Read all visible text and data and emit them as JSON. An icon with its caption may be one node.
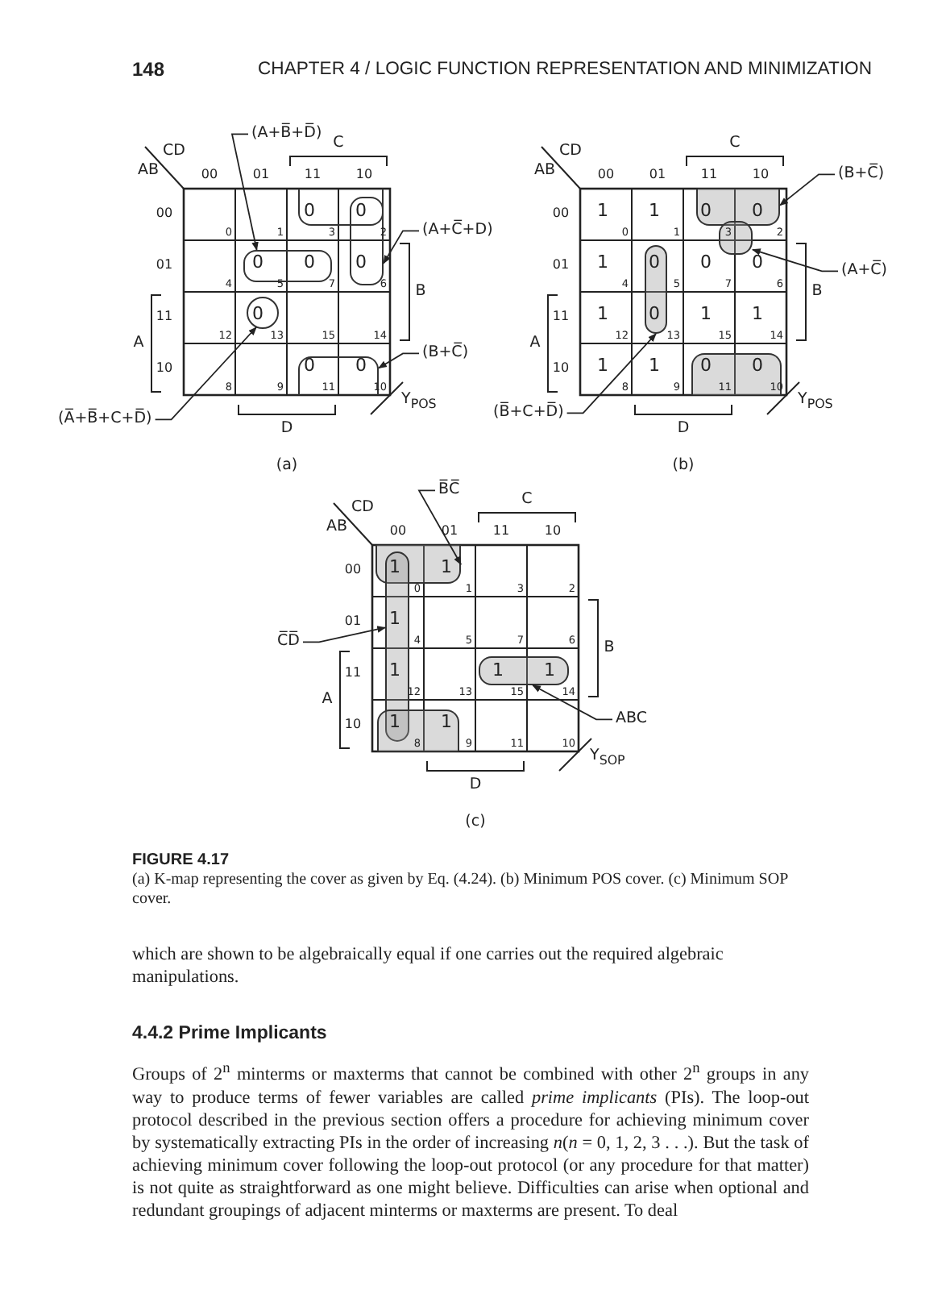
{
  "diagram": {
    "caption": "(a) K-map representing the cover as given by Eq. (4.24). (b) Minimum POS cover. (c) Minimum SOP cover.",
    "nodes": [
      {
        "text": [
          "(A+B̅+D̅)"
        ]
      },
      {
        "text": [],
        "shape": "box"
      },
      {
        "text": [],
        "shape": "box"
      },
      {
        "text": [
          "(A+C̅+D)"
        ]
      },
      {
        "text": [],
        "shape": "box"
      },
      {
        "text": [],
        "shape": "circle"
      },
      {
        "text": [
          "(B+C̅)"
        ]
      },
      {
        "text": [],
        "shape": "box"
      },
      {
        "text": [
          "(A̅+B̅+C+D̅)"
        ]
      },
      {
        "text": [],
        "shape": "box"
      },
      {
        "text": [
          "(B+C̅)"
        ]
      },
      {
        "text": [],
        "shape": "box"
      },
      {
        "text": [],
        "shape": "box"
      },
      {
        "text": [
          "(A+C̅)"
        ]
      },
      {
        "text": [],
        "shape": "box"
      },
      {
        "text": [
          "(B̅+C+D̅)"
        ]
      },
      {
        "text": [
          "B̅C̅"
        ]
      },
      {
        "text": [],
        "shape": "box"
      },
      {
        "text": [],
        "shape": "box"
      },
      {
        "text": [
          "C̅D̅"
        ]
      },
      {
        "text": [],
        "shape": "box"
      },
      {
        "text": [],
        "shape": "box"
      },
      {
        "text": [
          "ABC"
        ]
      }
    ],
    "edges": [
      {
        "from": 0,
        "to": 4,
        "arrow": "to"
      },
      {
        "from": 3,
        "to": 2,
        "arrow": "to"
      },
      {
        "from": 6,
        "to": 7,
        "arrow": "to"
      },
      {
        "from": 8,
        "to": 5,
        "arrow": "to"
      },
      {
        "from": 10,
        "to": 9,
        "arrow": "to"
      },
      {
        "from": 13,
        "to": 11,
        "arrow": "to"
      },
      {
        "from": 15,
        "to": 12,
        "arrow": "to"
      },
      {
        "from": 16,
        "to": 17,
        "arrow": "to"
      },
      {
        "from": 19,
        "to": 18,
        "arrow": "to"
      },
      {
        "from": 22,
        "to": 20,
        "arrow": "to"
      }
    ],
    "labels": [
      "148",
      "CHAPTER 4 / LOGIC FUNCTION REPRESENTATION AND MINIMIZATION",
      "CD",
      "AB",
      "C",
      "00",
      "01",
      "11",
      "10",
      "00",
      "0",
      "1",
      "0",
      "3",
      "0",
      "2",
      "01",
      "4",
      "0",
      "5",
      "0",
      "7",
      "0",
      "6",
      "11",
      "12",
      "0",
      "13",
      "15",
      "14",
      "10",
      "8",
      "9",
      "0",
      "11",
      "0",
      "10",
      "A",
      "B",
      "D",
      "Y$_{POS}$",
      "(a)",
      "CD",
      "AB",
      "C",
      "00",
      "01",
      "11",
      "10",
      "00",
      "1",
      "0",
      "1",
      "1",
      "0",
      "3",
      "0",
      "2",
      "01",
      "1",
      "4",
      "0",
      "5",
      "0",
      "7",
      "0",
      "6",
      "11",
      "1",
      "12",
      "0",
      "13",
      "1",
      "15",
      "1",
      "14",
      "10",
      "1",
      "8",
      "1",
      "9",
      "0",
      "11",
      "0",
      "10",
      "A",
      "B",
      "D",
      "Y$_{POS}$",
      "(b)",
      "CD",
      "AB",
      "C",
      "00",
      "01",
      "11",
      "10",
      "00",
      "1",
      "0",
      "1",
      "1",
      "3",
      "2",
      "01",
      "1",
      "4",
      "5",
      "7",
      "6",
      "11",
      "1",
      "12",
      "13",
      "1",
      "15",
      "1",
      "14",
      "10",
      "1",
      "8",
      "1",
      "9",
      "11",
      "10",
      "A",
      "B",
      "D",
      "Y$_{SOP}$",
      "(c)",
      "FIGURE 4.17",
      "which are shown to be algebraically equal if one carries out the required algebraic manipulations.",
      "4.4.2 Prime Implicants",
      "Groups of 2$^{n}$ minterms or maxterms that cannot be combined with other 2$^{n}$ groups in any way to produce terms of fewer variables are called *prime implicants* (PIs). The loop-out protocol described in the previous section offers a procedure for achieving minimum cover by systematically extracting PIs in the order of increasing *n*(*n* = 0, 1, 2, 3 . . .). But the task of achieving minimum cover following the loop-out protocol (or any procedure for that matter) is not quite as straightforward as one might believe. Difficulties can arise when optional and redundant groupings of adjacent minterms or maxterms are present. To deal"
    ]
  }
}
